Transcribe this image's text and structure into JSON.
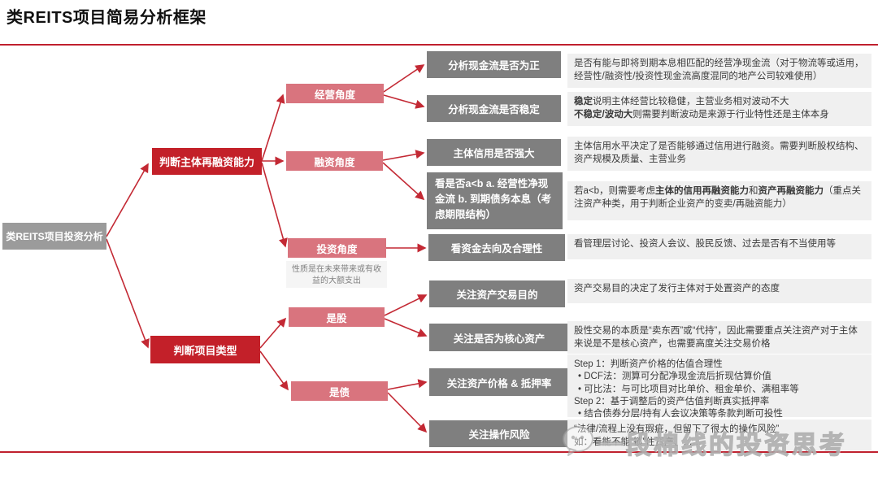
{
  "title": "类REITS项目简易分析框架",
  "colors": {
    "accent_red": "#c32029",
    "pink": "#d9747e",
    "leaf_gray": "#7f7f7f",
    "root_gray": "#9b9b9b",
    "desc_bg": "#f0f0f0",
    "rule_red": "#c0202e"
  },
  "nodes": {
    "root": "类REITS项目投资分析",
    "branch_refinance": "判断主体再融资能力",
    "branch_type": "判断项目类型",
    "angle_operating": "经营角度",
    "angle_financing": "融资角度",
    "angle_investing": "投资角度",
    "angle_equity": "是股",
    "angle_debt": "是债",
    "investing_note": "性质是在未来带来或有收益的大额支出"
  },
  "leaves": {
    "cashflow_positive": "分析现金流是否为正",
    "cashflow_stable": "分析现金流是否稳定",
    "credit_strong": "主体信用是否强大",
    "ab_line1": "看是否a<b",
    "ab_line2": "a. 经营性净现金流",
    "ab_line3": "b. 到期债务本息（考虑期限结构）",
    "fund_usage": "看资金去向及合理性",
    "trade_purpose": "关注资产交易目的",
    "core_asset": "关注是否为核心资产",
    "price_ltv": "关注资产价格 & 抵押率",
    "operation_risk": "关注操作风险"
  },
  "descriptions": {
    "d1": "是否有能与即将到期本息相匹配的经营净现金流（对于物流等或适用，经营性/融资性/投资性现金流高度混同的地产公司较难使用）",
    "d2_bold1": "稳定",
    "d2_text1": "说明主体经营比较稳健，主营业务相对波动不大",
    "d2_bold2": "不稳定/波动大",
    "d2_text2": "则需要判断波动是来源于行业特性还是主体本身",
    "d3": "主体信用水平决定了是否能够通过信用进行融资。需要判断股权结构、资产规模及质量、主营业务",
    "d4_pre": "若a<b，则需要考虑",
    "d4_bold1": "主体的信用再融资能力",
    "d4_mid": "和",
    "d4_bold2": "资产再融资能力",
    "d4_post": "（重点关注资产种类，用于判断企业资产的变卖/再融资能力）",
    "d5": "看管理层讨论、投资人会议、股民反馈、过去是否有不当使用等",
    "d6": "资产交易目的决定了发行主体对于处置资产的态度",
    "d7": "股性交易的本质是“卖东西”或“代持”，因此需要重点关注资产对于主体来说是不是核心资产，也需要高度关注交易价格",
    "d8_line1": "Step 1：判断资产价格的估值合理性",
    "d8_line2": "•  DCF法：测算可分配净现金流后折现估算价值",
    "d8_line3": "•  可比法：与可比项目对比单价、租金单价、满租率等",
    "d8_line4": "Step 2：基于调整后的资产估值判断真实抵押率",
    "d8_line5": "•  结合债券分层/持有人会议决策等条款判断可投性",
    "d9_line1": "“法律/流程上没有瑕疵，但留下了很大的操作风险”",
    "d9_line2": "如：看能不能“锁”住资产、……"
  },
  "watermark": {
    "icon": "wechat-icon",
    "text": "一段棉线的投资思考"
  }
}
